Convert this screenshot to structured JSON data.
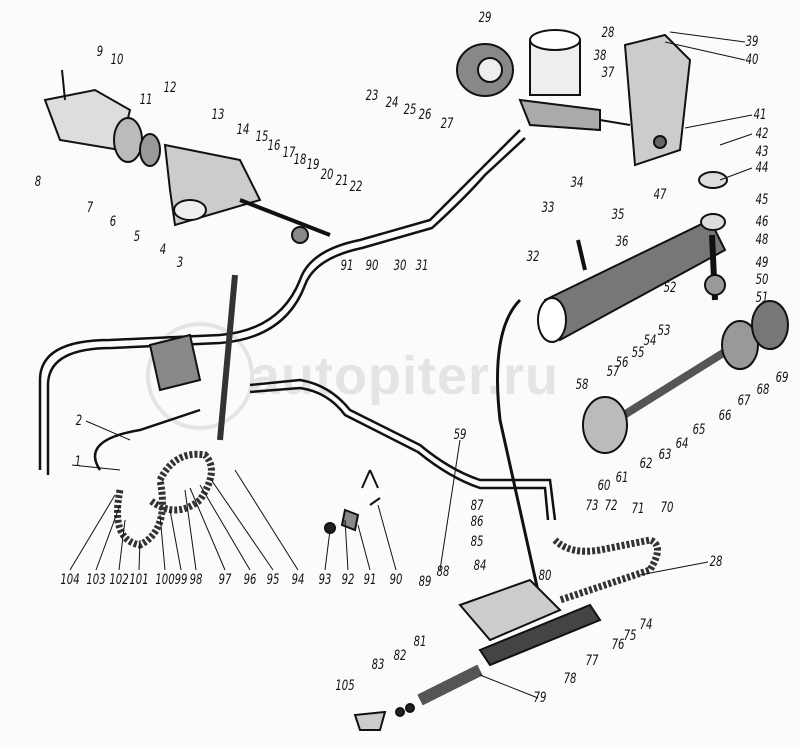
{
  "watermark": "autopiter.ru",
  "labels": [
    "9",
    "10",
    "8",
    "11",
    "12",
    "13",
    "7",
    "6",
    "5",
    "4",
    "3",
    "14",
    "15",
    "16",
    "17",
    "18",
    "19",
    "20",
    "21",
    "22",
    "23",
    "24",
    "25",
    "26",
    "27",
    "29",
    "28",
    "38",
    "37",
    "39",
    "40",
    "41",
    "42",
    "43",
    "44",
    "34",
    "33",
    "35",
    "36",
    "47",
    "32",
    "45",
    "46",
    "48",
    "49",
    "50",
    "51",
    "52",
    "91",
    "90",
    "30",
    "31",
    "53",
    "54",
    "55",
    "56",
    "57",
    "58",
    "60",
    "61",
    "62",
    "63",
    "64",
    "65",
    "66",
    "67",
    "68",
    "69",
    "59",
    "87",
    "86",
    "85",
    "84",
    "73",
    "72",
    "71",
    "70",
    "80",
    "28",
    "74",
    "75",
    "76",
    "77",
    "78",
    "79",
    "88",
    "89",
    "81",
    "82",
    "83",
    "105",
    "1",
    "2",
    "104",
    "103",
    "102",
    "101",
    "100",
    "99",
    "98",
    "97",
    "96",
    "95",
    "94",
    "93",
    "92",
    "91",
    "90"
  ]
}
